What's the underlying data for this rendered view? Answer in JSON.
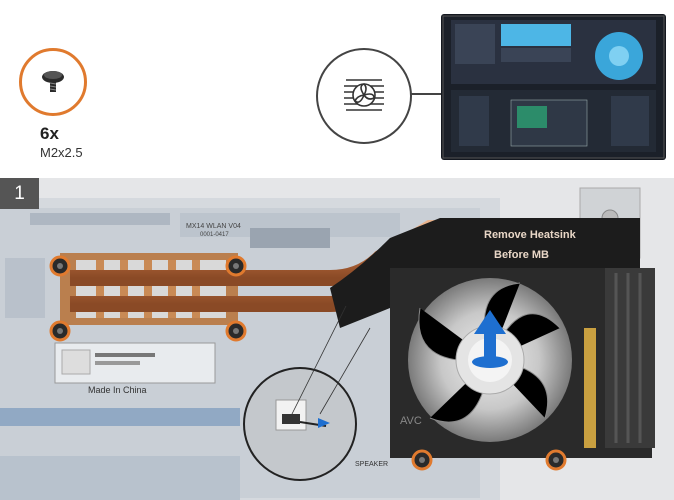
{
  "screw_callout": {
    "quantity": "6x",
    "size": "M2x2.5",
    "icon": "screw-icon",
    "ring_color": "#e07a2e"
  },
  "fan_callout": {
    "icon": "fan-icon"
  },
  "step": {
    "number": "1"
  },
  "photo": {
    "heatsink_label_line1": "Remove Heatsink",
    "heatsink_label_line2": "Before MB",
    "board_text_1": "MX14 WLAN V04",
    "board_text_2": "0001-0417",
    "board_text_3": "Made In China",
    "board_text_4": "SPEAKER",
    "board_text_5": "AVC",
    "screw_highlight_color": "#e07a2e",
    "arrow_color": "#1e6fd0"
  }
}
